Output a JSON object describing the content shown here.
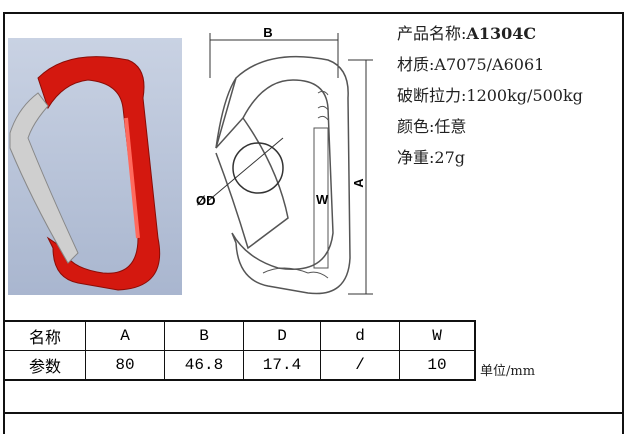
{
  "specs": {
    "name_label": "产品名称:",
    "name_value": "A1304C",
    "material": "材质:A7075/A6061",
    "strength": "破断拉力:1200kg/500kg",
    "color": "颜色:任意",
    "weight": "净重:27g"
  },
  "drawing": {
    "label_b": "B",
    "label_a": "A",
    "label_d": "ØD",
    "label_w": "W"
  },
  "table": {
    "header": [
      "名称",
      "A",
      "B",
      "D",
      "d",
      "W"
    ],
    "values": [
      "参数",
      "80",
      "46.8",
      "17.4",
      "/",
      "10"
    ]
  },
  "unit": "单位/mm",
  "colors": {
    "body": "#d4180f",
    "gate": "#c8c8c8"
  }
}
